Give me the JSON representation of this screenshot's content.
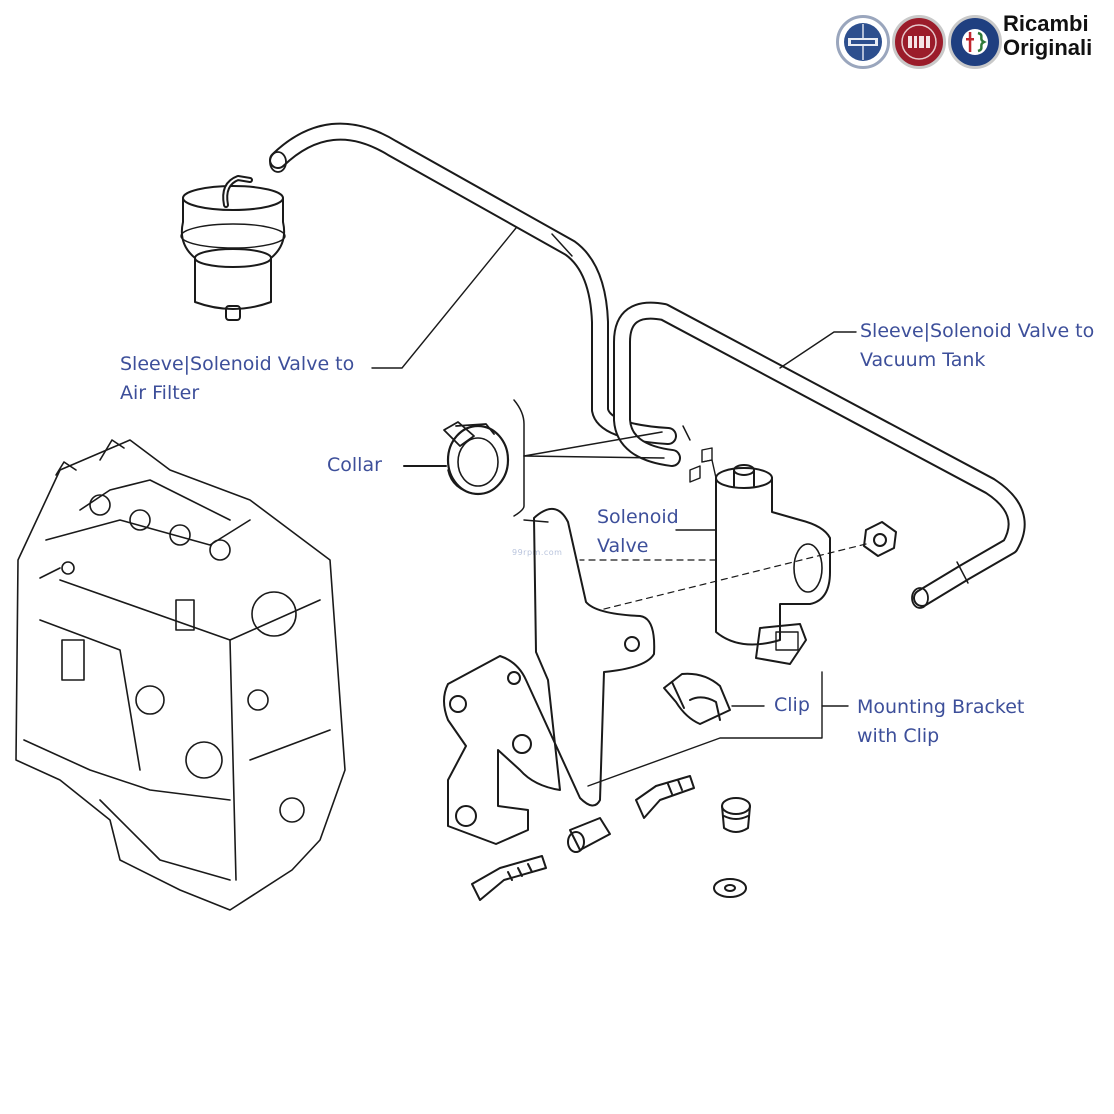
{
  "brand": {
    "logo_names": [
      "LANCIA",
      "FIAT",
      "ALFA ROMEO"
    ],
    "title_line1": "Ricambi",
    "title_line2": "Originali",
    "colors": {
      "lancia": "#2d4f8e",
      "fiat": "#9b1c2a",
      "alfa": "#1f3f80",
      "alfa_red": "#c0252d",
      "alfa_green": "#2f7a3a"
    }
  },
  "watermark": "99rpm.com",
  "callouts": {
    "sleeve_air_filter": {
      "line1": "Sleeve|Solenoid Valve to",
      "line2": "Air Filter"
    },
    "sleeve_vacuum_tank": {
      "line1": "Sleeve|Solenoid Valve to",
      "line2": "Vacuum Tank"
    },
    "collar": {
      "line1": "Collar"
    },
    "solenoid_valve": {
      "line1": "Solenoid",
      "line2": "Valve"
    },
    "clip": {
      "line1": "Clip"
    },
    "mounting_bracket": {
      "line1": "Mounting Bracket",
      "line2": "with Clip"
    }
  },
  "colors": {
    "label": "#3d4f9a",
    "linework": "#1a1a1a",
    "background": "#ffffff"
  }
}
